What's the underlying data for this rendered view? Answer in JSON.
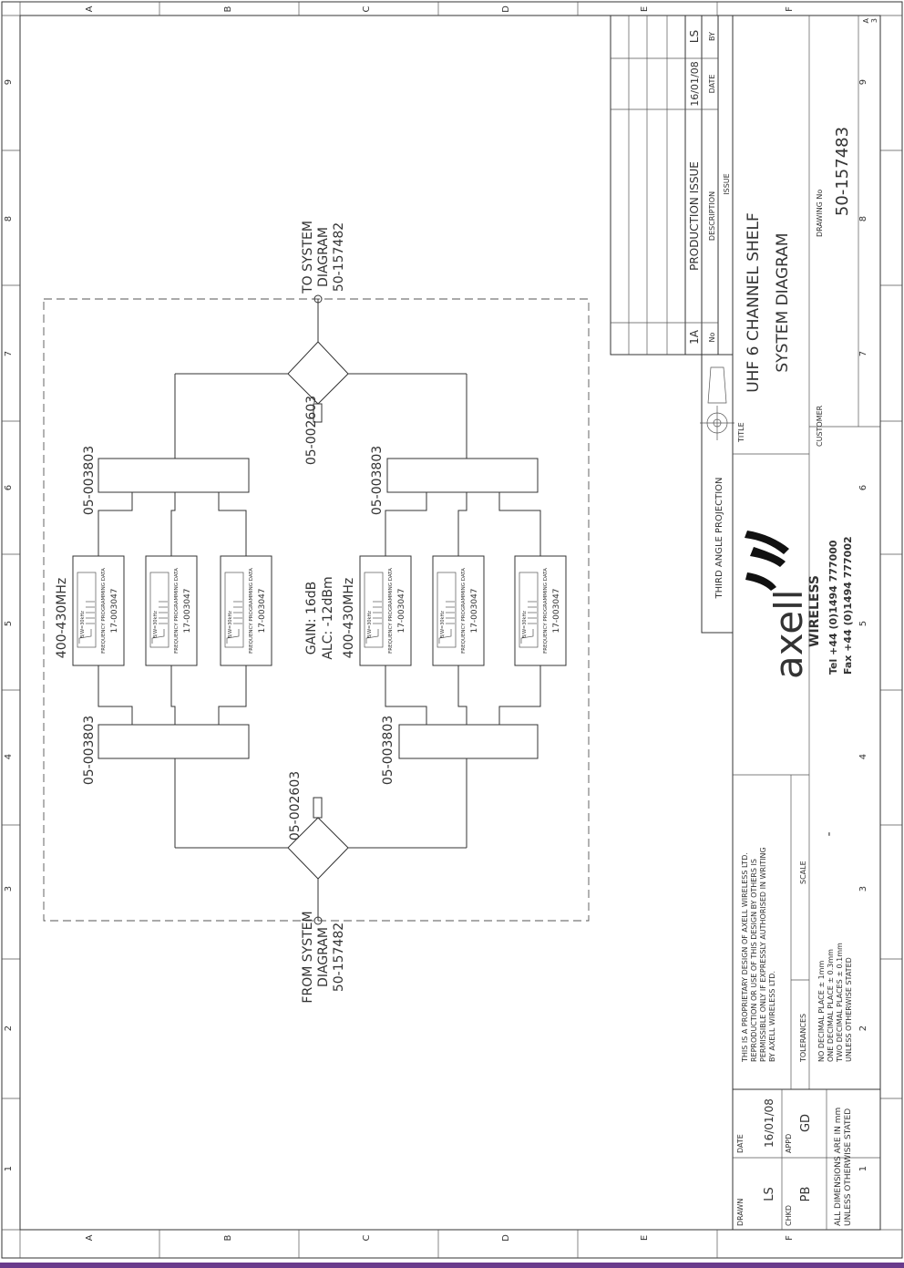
{
  "border": {
    "rows": [
      "A",
      "B",
      "C",
      "D",
      "E",
      "F"
    ],
    "columns": [
      "1",
      "2",
      "3",
      "4",
      "5",
      "6",
      "7",
      "8",
      "9"
    ]
  },
  "diagram": {
    "from": {
      "line1": "FROM SYSTEM",
      "line2": "DIAGRAM",
      "line3": "50-157482"
    },
    "to": {
      "line1": "TO SYSTEM",
      "line2": "DIAGRAM",
      "line3": "50-157482"
    },
    "splitter_part": "05-002603",
    "combiner_part": "05-003803",
    "band_label": "400-430MHz",
    "gain": "GAIN: 16dB",
    "alc": "ALC: -12dBm",
    "filter": {
      "bandwidth": "B/W=30kHz",
      "prog_label": "FREQUENCY PROGRAMMING DATA",
      "part": "17-003047"
    }
  },
  "revision": {
    "rows": [
      {
        "no": "1A",
        "description": "PRODUCTION ISSUE",
        "date": "16/01/08",
        "by": "LS"
      }
    ],
    "headers": {
      "no": "No",
      "description": "DESCRIPTION",
      "date": "DATE",
      "by": "BY"
    },
    "issue_label": "ISSUE"
  },
  "title_block": {
    "projection": "THIRD ANGLE PROJECTION",
    "title_label": "TITLE",
    "title_line1": "UHF 6 CHANNEL SHELF",
    "title_line2": "SYSTEM DIAGRAM",
    "customer_label": "CUSTOMER",
    "drawing_no_label": "DRAWING No",
    "drawing_no": "50-157483",
    "sheet_size": "A",
    "sheet_num": "3",
    "logo_name": "axell",
    "logo_sub": "WIRELESS",
    "tel": "Tel +44 (0)1494 777000",
    "fax": "Fax +44 (0)1494 777002",
    "proprietary": [
      "THIS IS A PROPRIETARY DESIGN OF AXELL WIRELESS LTD.",
      "REPRODUCTION OR USE OF THIS DESIGN BY OTHERS IS",
      "PERMISSIBLE ONLY IF EXPRESSLY AUTHORISED IN WRITING",
      "BY AXELL WIRELESS LTD."
    ],
    "tolerances_label": "TOLERANCES",
    "tolerances": [
      "NO DECIMAL PLACE ± 1mm",
      "ONE DECIMAL PLACE ± 0.3mm",
      "TWO DECIMAL PLACES ± 0.1mm",
      "UNLESS OTHERWISE STATED"
    ],
    "scale_label": "SCALE",
    "scale_value": "-",
    "drawn_label": "DRAWN",
    "drawn_value": "LS",
    "date_label": "DATE",
    "date_value": "16/01/08",
    "chkd_label": "CHKD",
    "chkd_value": "PB",
    "appd_label": "APPD",
    "appd_value": "GD",
    "dims_line1": "ALL DIMENSIONS ARE IN mm",
    "dims_line2": "UNLESS OTHERWISE STATED"
  }
}
